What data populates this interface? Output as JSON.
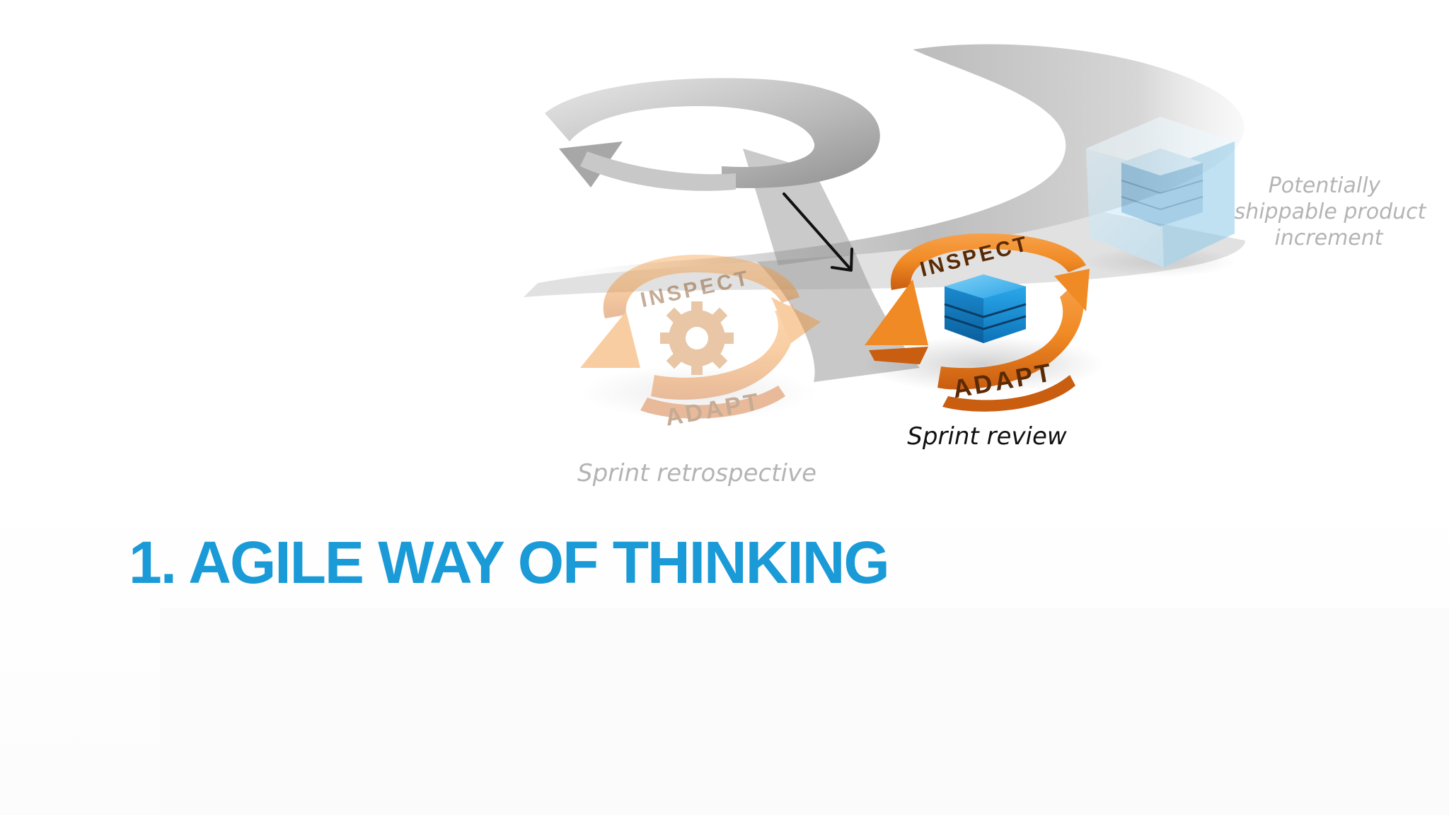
{
  "slide": {
    "title": "1. AGILE WAY OF THINKING",
    "title_color": "#1a9ad6"
  },
  "diagram": {
    "retrospective": {
      "top_label": "INSPECT",
      "bottom_label": "ADAPT",
      "caption": "Sprint retrospective",
      "center_icon": "gear-icon",
      "faded": true
    },
    "review": {
      "top_label": "INSPECT",
      "bottom_label": "ADAPT",
      "caption": "Sprint review",
      "center_icon": "stacked-cube-icon",
      "faded": false
    },
    "increment": {
      "caption_lines": [
        "Potentially",
        "shippable product",
        "increment"
      ],
      "icon": "glass-cube-icon",
      "faded": true
    },
    "colors": {
      "orange": "#f08a24",
      "orange_dark": "#c95d10",
      "cube_blue": "#1b8fd6",
      "track_gray": "#bdbdbd",
      "caption_gray": "#b4b4b4",
      "caption_dark": "#111111"
    }
  }
}
